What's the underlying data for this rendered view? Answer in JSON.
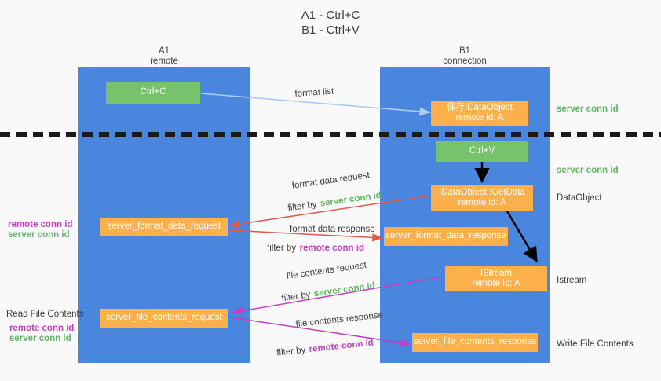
{
  "title": {
    "line1": "A1 - Ctrl+C",
    "line2": "B1 - Ctrl+V"
  },
  "colors": {
    "lane": "#4a85de",
    "box_orange": "#fbb04c",
    "box_green": "#77c26d",
    "server_conn": "#5cb85c",
    "remote_conn": "#c23fc2",
    "arrow_blue": "#a8cdf0",
    "arrow_red": "#e05a4f",
    "arrow_magenta": "#c23fc2",
    "arrow_black": "#000000",
    "background": "#f9f9f9",
    "text": "#3c3c3c"
  },
  "columns": [
    {
      "id": "a1",
      "name": "A1",
      "sub": "remote"
    },
    {
      "id": "b1",
      "name": "B1",
      "sub": "connection"
    }
  ],
  "boxes": [
    {
      "id": "ctrl-c",
      "kind": "green",
      "line1": "Ctrl+C",
      "line2": ""
    },
    {
      "id": "save-idataobject",
      "kind": "orange",
      "line1": "保存IDataObject",
      "line2": "remote id: A"
    },
    {
      "id": "ctrl-v",
      "kind": "green",
      "line1": "Ctrl+V",
      "line2": ""
    },
    {
      "id": "getdata",
      "kind": "orange",
      "line1": "IDataObject::GetData",
      "line2": "remote id: A"
    },
    {
      "id": "server-format-data-request",
      "kind": "orange",
      "line1": "server_format_data_request",
      "line2": ""
    },
    {
      "id": "server-format-data-response",
      "kind": "orange",
      "line1": "server_format_data_response",
      "line2": ""
    },
    {
      "id": "istream",
      "kind": "orange",
      "line1": "IStream",
      "line2": "remote id: A"
    },
    {
      "id": "server-file-contents-request",
      "kind": "orange",
      "line1": "server_file_contents_request",
      "line2": ""
    },
    {
      "id": "server-file-contents-response",
      "kind": "orange",
      "line1": "server_file_contents_response",
      "line2": ""
    }
  ],
  "right_labels": [
    {
      "id": "server-conn-id-1",
      "text": "server conn id",
      "style": "green"
    },
    {
      "id": "server-conn-id-2",
      "text": "server conn id",
      "style": "green"
    },
    {
      "id": "dataobject",
      "text": "DataObject",
      "style": "plain"
    },
    {
      "id": "istream",
      "text": "Istream",
      "style": "plain"
    },
    {
      "id": "write-file",
      "text": "Write File Contents",
      "style": "plain"
    }
  ],
  "left_labels": [
    {
      "id": "remote-conn-id-1",
      "text": "remote conn id",
      "style": "purple"
    },
    {
      "id": "server-conn-id-1",
      "text": "server conn id",
      "style": "green"
    },
    {
      "id": "read-file",
      "text": "Read File Contents",
      "style": "plain"
    },
    {
      "id": "remote-conn-id-2",
      "text": "remote conn id",
      "style": "purple"
    },
    {
      "id": "server-conn-id-2",
      "text": "server conn id",
      "style": "green"
    }
  ],
  "arrow_labels": {
    "format_list": "format list",
    "format_data_request": "format data request",
    "format_data_request_filter_prefix": "filter by",
    "format_data_request_filter_value": "server conn id",
    "format_data_response": "format data response",
    "format_data_response_filter_prefix": "filter by",
    "format_data_response_filter_value": "remote conn id",
    "file_contents_request": "file contents request",
    "file_contents_request_filter_prefix": "filter by",
    "file_contents_request_filter_value": "server conn id",
    "file_contents_response": "file contents response",
    "file_contents_response_filter_prefix": "filter by",
    "file_contents_response_filter_value": "remote conn id"
  }
}
